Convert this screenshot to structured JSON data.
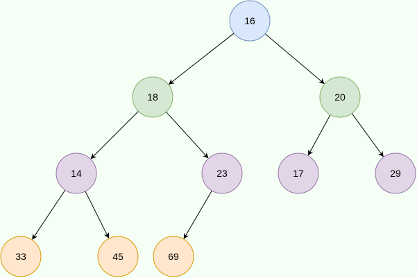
{
  "diagram": {
    "background": "#f5fff5",
    "edge_color": "#000000",
    "styles": {
      "blue": {
        "fill": "#dae8fc",
        "stroke": "#6c8ebf"
      },
      "green": {
        "fill": "#d5e8d4",
        "stroke": "#82b366"
      },
      "purple": {
        "fill": "#e1d5e7",
        "stroke": "#9673a6"
      },
      "orange": {
        "fill": "#ffe6cc",
        "stroke": "#d79b00"
      }
    },
    "nodes": [
      {
        "id": "n16",
        "label": "16",
        "style": "blue"
      },
      {
        "id": "n18",
        "label": "18",
        "style": "green"
      },
      {
        "id": "n20",
        "label": "20",
        "style": "green"
      },
      {
        "id": "n14",
        "label": "14",
        "style": "purple"
      },
      {
        "id": "n23",
        "label": "23",
        "style": "purple"
      },
      {
        "id": "n17",
        "label": "17",
        "style": "purple"
      },
      {
        "id": "n29",
        "label": "29",
        "style": "purple"
      },
      {
        "id": "n33",
        "label": "33",
        "style": "orange"
      },
      {
        "id": "n45",
        "label": "45",
        "style": "orange"
      },
      {
        "id": "n69",
        "label": "69",
        "style": "orange"
      }
    ],
    "edges": [
      {
        "from": "n16",
        "to": "n18"
      },
      {
        "from": "n16",
        "to": "n20"
      },
      {
        "from": "n18",
        "to": "n14"
      },
      {
        "from": "n18",
        "to": "n23"
      },
      {
        "from": "n20",
        "to": "n17"
      },
      {
        "from": "n20",
        "to": "n29"
      },
      {
        "from": "n14",
        "to": "n33"
      },
      {
        "from": "n14",
        "to": "n45"
      },
      {
        "from": "n23",
        "to": "n69"
      }
    ]
  }
}
